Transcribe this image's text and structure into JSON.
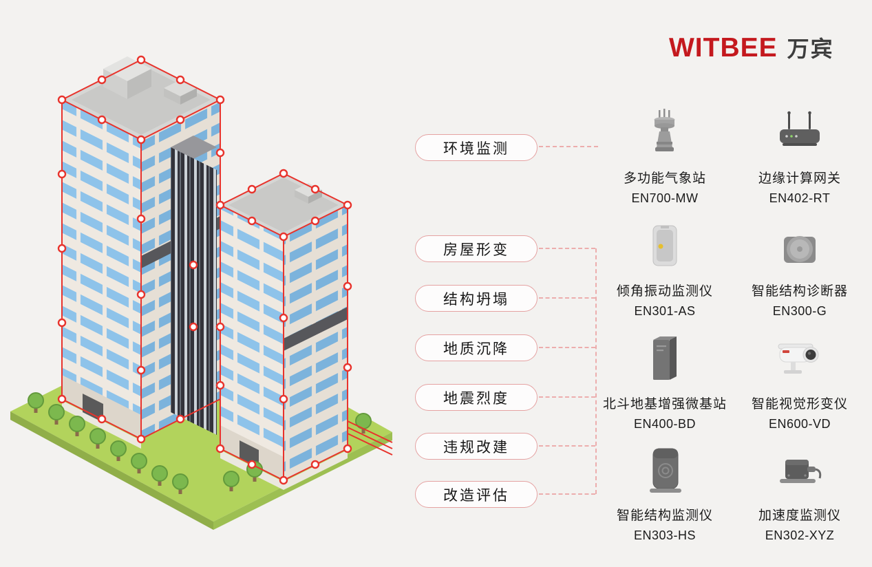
{
  "logo": {
    "brand": "WITBEE",
    "cn": "万宾"
  },
  "categories": [
    {
      "label": "环境监测"
    },
    {
      "label": "房屋形变"
    },
    {
      "label": "结构坍塌"
    },
    {
      "label": "地质沉降"
    },
    {
      "label": "地震烈度"
    },
    {
      "label": "违规改建"
    },
    {
      "label": "改造评估"
    }
  ],
  "products": [
    {
      "name": "多功能气象站",
      "model": "EN700-MW",
      "icon": "weather-station-icon"
    },
    {
      "name": "边缘计算网关",
      "model": "EN402-RT",
      "icon": "edge-gateway-icon"
    },
    {
      "name": "倾角振动监测仪",
      "model": "EN301-AS",
      "icon": "tilt-vibration-monitor-icon"
    },
    {
      "name": "智能结构诊断器",
      "model": "EN300-G",
      "icon": "structure-diagnoser-icon"
    },
    {
      "name": "北斗地基增强微基站",
      "model": "EN400-BD",
      "icon": "beidou-base-station-icon"
    },
    {
      "name": "智能视觉形变仪",
      "model": "EN600-VD",
      "icon": "visual-deformation-camera-icon"
    },
    {
      "name": "智能结构监测仪",
      "model": "EN303-HS",
      "icon": "structure-monitor-icon"
    },
    {
      "name": "加速度监测仪",
      "model": "EN302-XYZ",
      "icon": "acceleration-monitor-icon"
    }
  ],
  "colors": {
    "brand_red": "#c4191e",
    "connector_pink": "#ecadad",
    "sensor_red": "#e8332c",
    "window_blue": "#8ec3ea",
    "lawn_green": "#b2d35c"
  },
  "illustration": {
    "type": "isometric-building-with-sensor-points"
  }
}
